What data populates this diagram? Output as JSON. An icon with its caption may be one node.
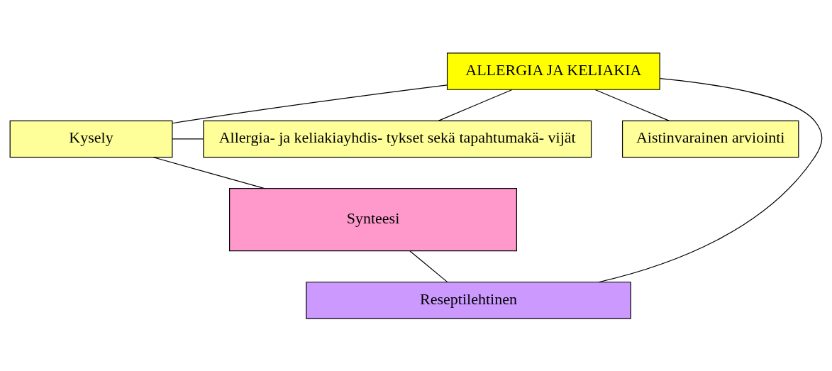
{
  "diagram": {
    "nodes": [
      {
        "text": [
          "ALLERGIA JA KELIAKIA"
        ]
      },
      {
        "text": [
          "Kysely"
        ]
      },
      {
        "text": [
          "Allergia- ja keliakiayhdis- tykset sekä tapahtumakä- vijät"
        ]
      },
      {
        "text": [
          "Aistinvarainen arviointi"
        ]
      },
      {
        "text": [
          "Synteesi"
        ]
      },
      {
        "text": [
          "Reseptilehtinen"
        ]
      }
    ],
    "edges": [
      {
        "from": 0,
        "to": 1,
        "arrow": "none"
      },
      {
        "from": 0,
        "to": 2,
        "arrow": "none"
      },
      {
        "from": 0,
        "to": 3,
        "arrow": "none"
      },
      {
        "from": 0,
        "to": 5,
        "arrow": "none"
      },
      {
        "from": 1,
        "to": 2,
        "arrow": "none"
      },
      {
        "from": 1,
        "to": 4,
        "arrow": "none"
      },
      {
        "from": 4,
        "to": 5,
        "arrow": "none"
      }
    ]
  }
}
